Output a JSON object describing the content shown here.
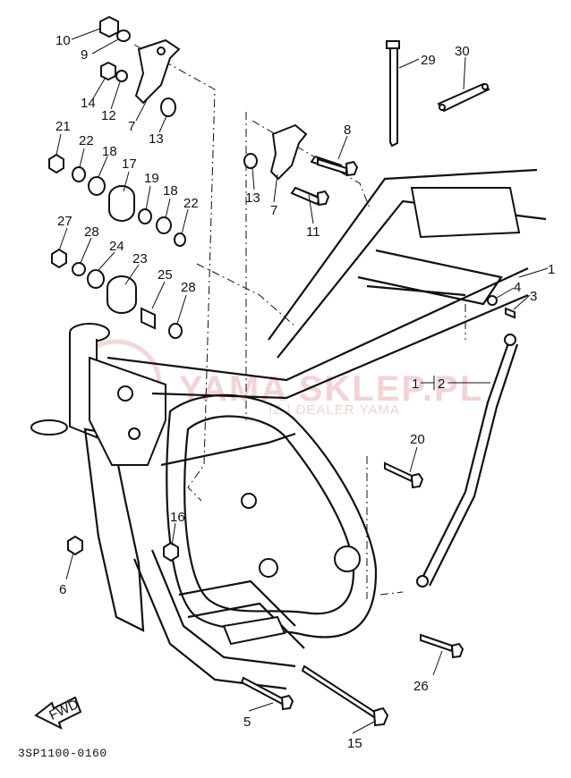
{
  "diagram": {
    "part_code": "3SP1100-0160",
    "fwd_label": "FWD",
    "watermark": {
      "brand": "YAMA SKLEP.PL",
      "tagline": "IZ | DEALER YAMA"
    },
    "labels": [
      "10",
      "9",
      "14",
      "12",
      "7",
      "13",
      "21",
      "22",
      "18",
      "17",
      "19",
      "18",
      "22",
      "27",
      "28",
      "24",
      "23",
      "25",
      "28",
      "8",
      "13",
      "7",
      "11",
      "29",
      "30",
      "1",
      "4",
      "3",
      "1",
      "2",
      "20",
      "16",
      "6",
      "26",
      "5",
      "15"
    ],
    "colors": {
      "ink": "#111111",
      "watermark": "#e07a7a",
      "background": "#ffffff"
    }
  }
}
